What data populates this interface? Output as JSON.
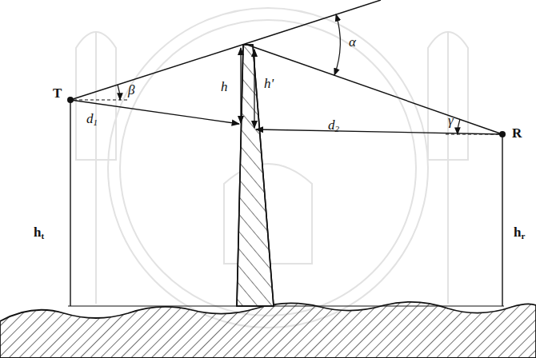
{
  "diagram": {
    "labels": [
      "T",
      "β",
      "α",
      "h",
      "h'",
      "d1",
      "d2",
      "γ",
      "R",
      "ht",
      "hr"
    ]
  }
}
